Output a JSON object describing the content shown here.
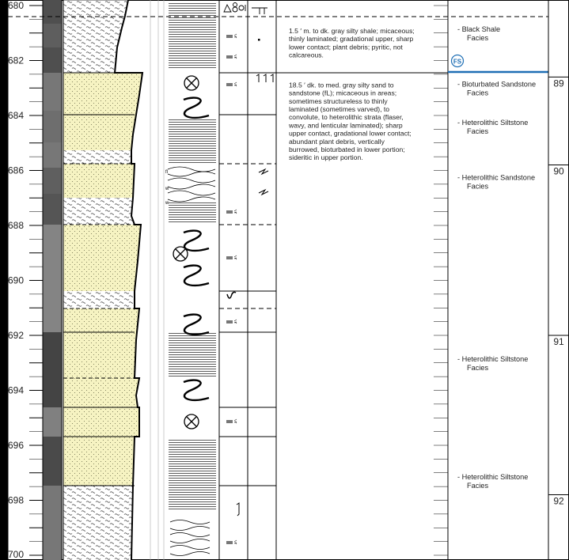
{
  "depth_axis": {
    "min": 680,
    "max": 700,
    "labels": [
      "680",
      "682",
      "684",
      "686",
      "688",
      "690",
      "692",
      "694",
      "696",
      "698",
      "700"
    ]
  },
  "units": [
    {
      "top": 680.0,
      "bottom": 682.6,
      "thickness_prefix": "1.5 ′",
      "description": "m. to dk. gray silty shale; micaceous; thinly laminated; gradational upper, sharp lower contact; plant debris; pyritic, not calcareous."
    },
    {
      "top": 682.6,
      "bottom": 700.0,
      "thickness_prefix": "18.5 ′",
      "description": "dk. to med. gray silty sand to sandstone (fL); micaceous in areas; sometimes structureless to thinly laminated (sometimes varved), to convolute, to heterolithic strata (flaser, wavy, and lenticular laminated); sharp upper contact, gradational lower contact; abundant plant debris, vertically burrowed, bioturbated in lower portion; sideritic in upper portion."
    }
  ],
  "facies": [
    {
      "depth": 681.0,
      "label": "-  Black Shale Facies"
    },
    {
      "depth": 683.0,
      "label": "-  Bioturbated Sandstone Facies"
    },
    {
      "depth": 684.4,
      "label": "-  Heterolithic Siltstone Facies"
    },
    {
      "depth": 686.4,
      "label": "-  Heterolithic Sandstone Facies"
    },
    {
      "depth": 693.0,
      "label": "-  Heterolithic Siltstone Facies"
    },
    {
      "depth": 697.3,
      "label": "-  Heterolithic Siltstone Facies"
    }
  ],
  "flooding_surface": {
    "label": "FS",
    "depth": 682.6
  },
  "bed_numbers": [
    {
      "label": "89",
      "top": 682.6,
      "bottom": 685.8
    },
    {
      "label": "90",
      "top": 685.8,
      "bottom": 692.0
    },
    {
      "label": "91",
      "top": 692.0,
      "bottom": 697.8
    },
    {
      "label": "92",
      "top": 697.8,
      "bottom": 700.0
    }
  ],
  "lithology_intervals": [
    {
      "top": 680.0,
      "bottom": 682.6,
      "type": "shale"
    },
    {
      "top": 682.6,
      "bottom": 685.3,
      "type": "sand"
    },
    {
      "top": 685.3,
      "bottom": 685.8,
      "type": "shale"
    },
    {
      "top": 685.8,
      "bottom": 686.9,
      "type": "sand"
    },
    {
      "top": 686.9,
      "bottom": 688.0,
      "type": "shale"
    },
    {
      "top": 688.0,
      "bottom": 690.4,
      "type": "sand"
    },
    {
      "top": 690.4,
      "bottom": 690.9,
      "type": "shale"
    },
    {
      "top": 690.9,
      "bottom": 700.0,
      "type": "sand_with_shale_base"
    }
  ],
  "colors": {
    "sand_fill": "#f6f3c2",
    "shale_fill": "#ffffff",
    "flooding_surface_line": "#1f6fb5",
    "grid": "#000000"
  },
  "icons": [
    "bioturbation-icon",
    "convolute-bedding-icon",
    "plant-debris-icon",
    "burrow-icon",
    "siderite-icon",
    "fossil-icon",
    "flaser-icon",
    "wavy-icon",
    "lenticular-icon"
  ]
}
